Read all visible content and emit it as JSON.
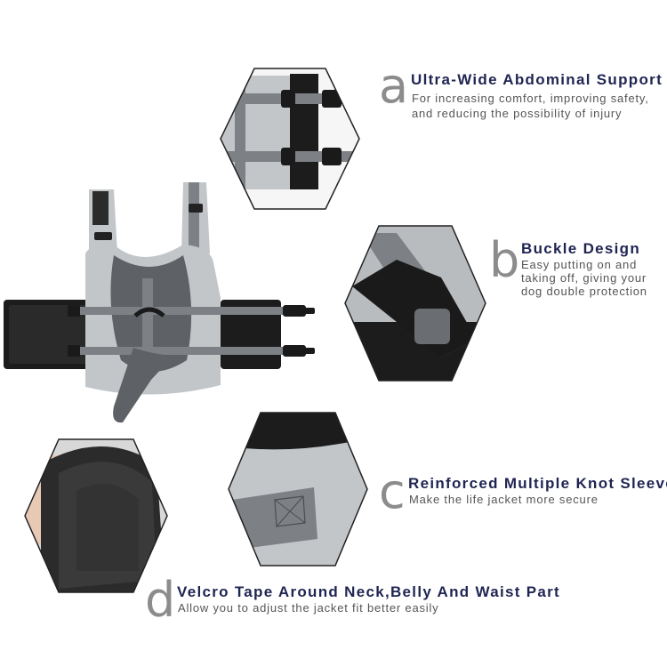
{
  "features": [
    {
      "letter": "a",
      "title": "Ultra-Wide Abdominal Support",
      "desc_line1": "For increasing comfort, improving safety,",
      "desc_line2": "and reducing the possibility of injury"
    },
    {
      "letter": "b",
      "title": "Buckle Design",
      "desc_line1": "Easy putting on and",
      "desc_line2": "taking off, giving your",
      "desc_line3": "dog double protection"
    },
    {
      "letter": "c",
      "title": "Reinforced Multiple Knot Sleeve",
      "desc_line1": "Make the life jacket more secure"
    },
    {
      "letter": "d",
      "title": "Velcro Tape Around Neck,Belly And Waist Part",
      "desc_line1": "Allow you to adjust the jacket fit better easily"
    }
  ],
  "colors": {
    "title": "#1f2552",
    "letter": "#8c8c8c",
    "desc": "#555555",
    "vest_light": "#c3c6c9",
    "vest_dark": "#5e6266",
    "strap": "#7d8186"
  }
}
